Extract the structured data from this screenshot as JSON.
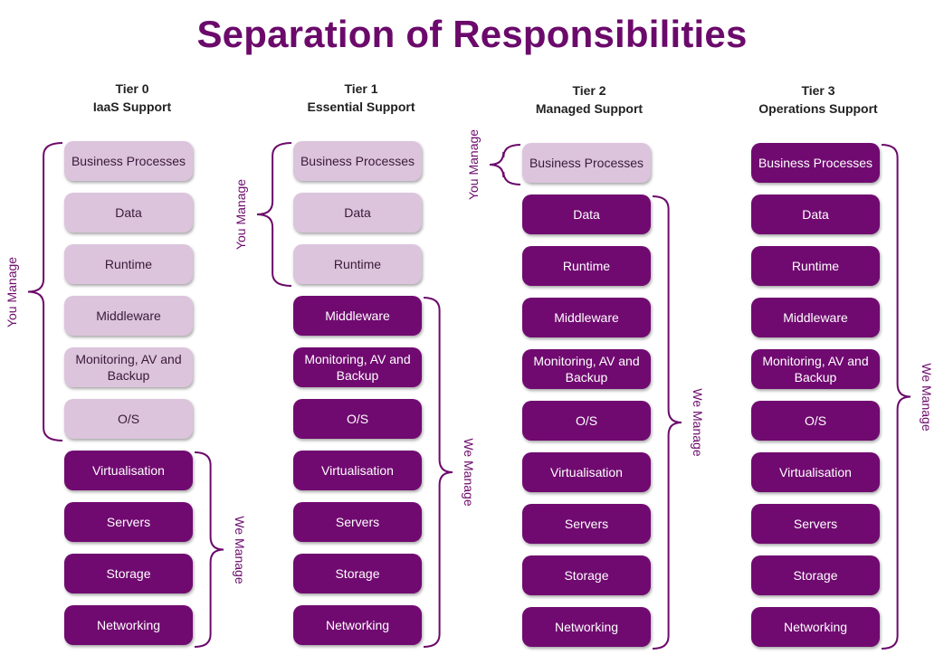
{
  "title": "Separation of Responsibilities",
  "accent_color": "#6b0a6b",
  "you_manage_color": "#dcc4dc",
  "we_manage_color": "#700a70",
  "layers": [
    "Business Processes",
    "Data",
    "Runtime",
    "Middleware",
    "Monitoring, AV and Backup",
    "O/S",
    "Virtualisation",
    "Servers",
    "Storage",
    "Networking"
  ],
  "you_manage_label": "You Manage",
  "we_manage_label": "We Manage",
  "tiers": [
    {
      "tier": "Tier 0",
      "name": "IaaS Support",
      "you_manage_count": 6
    },
    {
      "tier": "Tier 1",
      "name": "Essential Support",
      "you_manage_count": 3
    },
    {
      "tier": "Tier 2",
      "name": "Managed Support",
      "you_manage_count": 1
    },
    {
      "tier": "Tier 3",
      "name": "Operations Support",
      "you_manage_count": 0
    }
  ]
}
